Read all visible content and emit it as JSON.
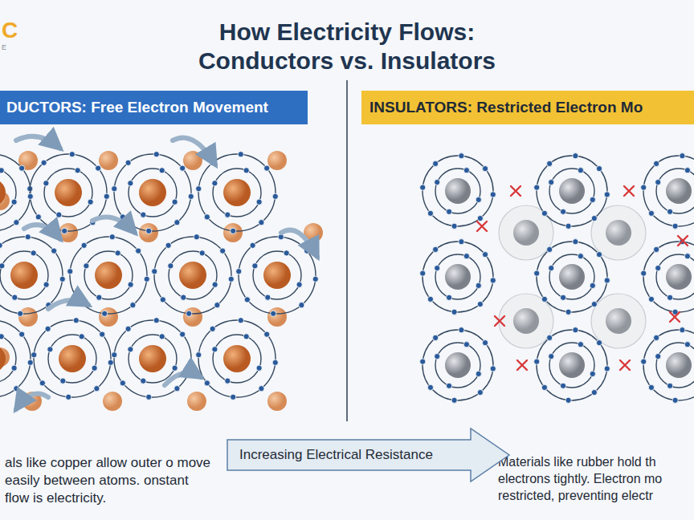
{
  "diagram": {
    "title": "How Electricity Flows: Conductors vs. Insulators",
    "nodes": [
      {
        "text": [
          "DUCTORS: Free Electron Movement"
        ]
      },
      {
        "text": [
          "INSULATORS: Restricted Electron Mo"
        ]
      },
      {
        "text": [
          "Increasing Electrical Resistance"
        ]
      }
    ],
    "labels": [
      "C",
      "E",
      "als like copper allow outer o move easily between atoms. onstant flow is electricity.",
      "Materials like rubber hold th electrons tightly. Electron mo restricted, preventing electr"
    ]
  }
}
